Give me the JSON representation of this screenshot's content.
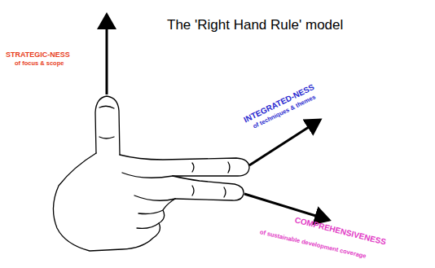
{
  "diagram": {
    "title": "The 'Right Hand Rule' model",
    "labels": [
      "STRATEGIC-NESS",
      "of focus & scope",
      "INTEGRATED-NESS",
      "of techniques & themes",
      "COMPREHENSIVENESS",
      "of sustainable development coverage"
    ]
  }
}
